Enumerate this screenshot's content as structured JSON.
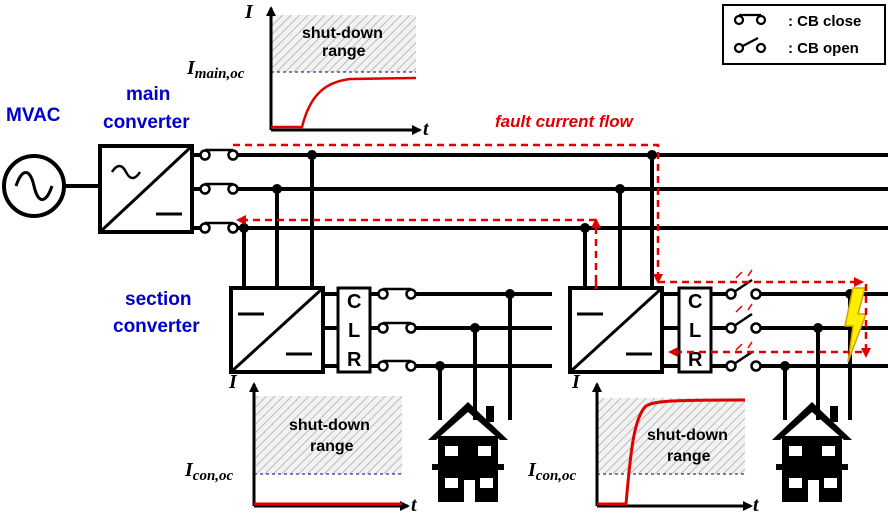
{
  "labels": {
    "mvac": "MVAC",
    "main_converter_line1": "main",
    "main_converter_line2": "converter",
    "section_converter_line1": "section",
    "section_converter_line2": "converter",
    "fault_flow": "fault current flow"
  },
  "clr_letters": [
    "C",
    "L",
    "R"
  ],
  "legend": {
    "close": ": CB close",
    "open": ": CB open"
  },
  "graphs": {
    "main": {
      "y_axis": "I",
      "x_axis": "t",
      "threshold": "I",
      "threshold_sub": "main,oc",
      "range_line1": "shut-down",
      "range_line2": "range"
    },
    "section_left": {
      "y_axis": "I",
      "x_axis": "t",
      "threshold": "I",
      "threshold_sub": "con,oc",
      "range_line1": "shut-down",
      "range_line2": "range"
    },
    "section_right": {
      "y_axis": "I",
      "x_axis": "t",
      "threshold": "I",
      "threshold_sub": "con,oc",
      "range_line1": "shut-down",
      "range_line2": "range"
    }
  },
  "colors": {
    "converter_label": "#0000cc",
    "fault_path": "#e00000",
    "current_curve": "#e00000",
    "lightning": "#ffee00",
    "hatch": "#bbbbbb"
  }
}
